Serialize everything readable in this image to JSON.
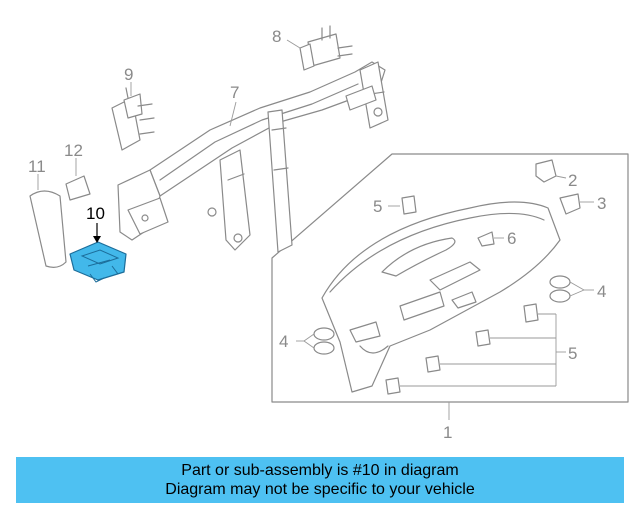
{
  "colors": {
    "highlight": "#42b8ea",
    "line": "#8a8a8a",
    "banner": "#4ec1f2"
  },
  "labels": {
    "p1": "1",
    "p2": "2",
    "p3": "3",
    "p4a": "4",
    "p4b": "4",
    "p5a": "5",
    "p5b": "5",
    "p6": "6",
    "p7": "7",
    "p8": "8",
    "p9": "9",
    "p10": "10",
    "p11": "11",
    "p12": "12"
  },
  "banner": {
    "line1": "Part or sub-assembly is #10 in diagram",
    "line2": "Diagram may not be specific to your vehicle"
  }
}
